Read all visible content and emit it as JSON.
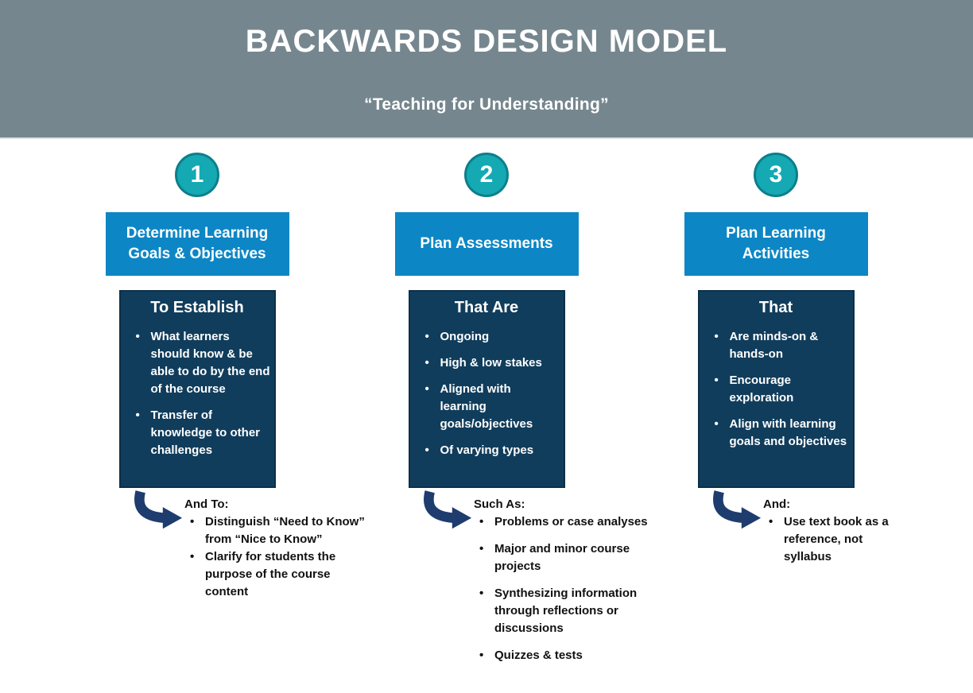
{
  "header": {
    "title": "BACKWARDS DESIGN MODEL",
    "subtitle": "“Teaching for Understanding”"
  },
  "colors": {
    "header_bg": "#75868e",
    "step_blue": "#0d86c5",
    "detail_navy": "#113d5c",
    "detail_border": "#0b3049",
    "circle_teal": "#14a9b3",
    "circle_border": "#0c7f8b",
    "arrow_navy": "#1e3c6e",
    "text_white": "#ffffff",
    "text_black": "#111111"
  },
  "columns": [
    {
      "number": "1",
      "step_title": "Determine Learning Goals & Objectives",
      "detail_heading": "To Establish",
      "detail_bullets": [
        "What learners should know & be able to do by the end of the course",
        "Transfer of knowledge to other challenges"
      ],
      "lower_heading": "And To:",
      "lower_bullets": [
        "Distinguish “Need to Know” from “Nice to Know”",
        "Clarify for students the purpose of the course content"
      ]
    },
    {
      "number": "2",
      "step_title": "Plan Assessments",
      "detail_heading": "That Are",
      "detail_bullets": [
        "Ongoing",
        "High & low stakes",
        "Aligned with learning goals/objectives",
        "Of varying types"
      ],
      "lower_heading": "Such As:",
      "lower_bullets": [
        "Problems or case analyses",
        "Major and minor course projects",
        "Synthesizing information through reflections or discussions",
        "Quizzes & tests"
      ]
    },
    {
      "number": "3",
      "step_title": "Plan Learning Activities",
      "detail_heading": "That",
      "detail_bullets": [
        "Are minds-on & hands-on",
        "Encourage exploration",
        "Align with learning goals and objectives"
      ],
      "lower_heading": "And:",
      "lower_bullets": [
        "Use text book as a reference, not syllabus"
      ]
    }
  ]
}
